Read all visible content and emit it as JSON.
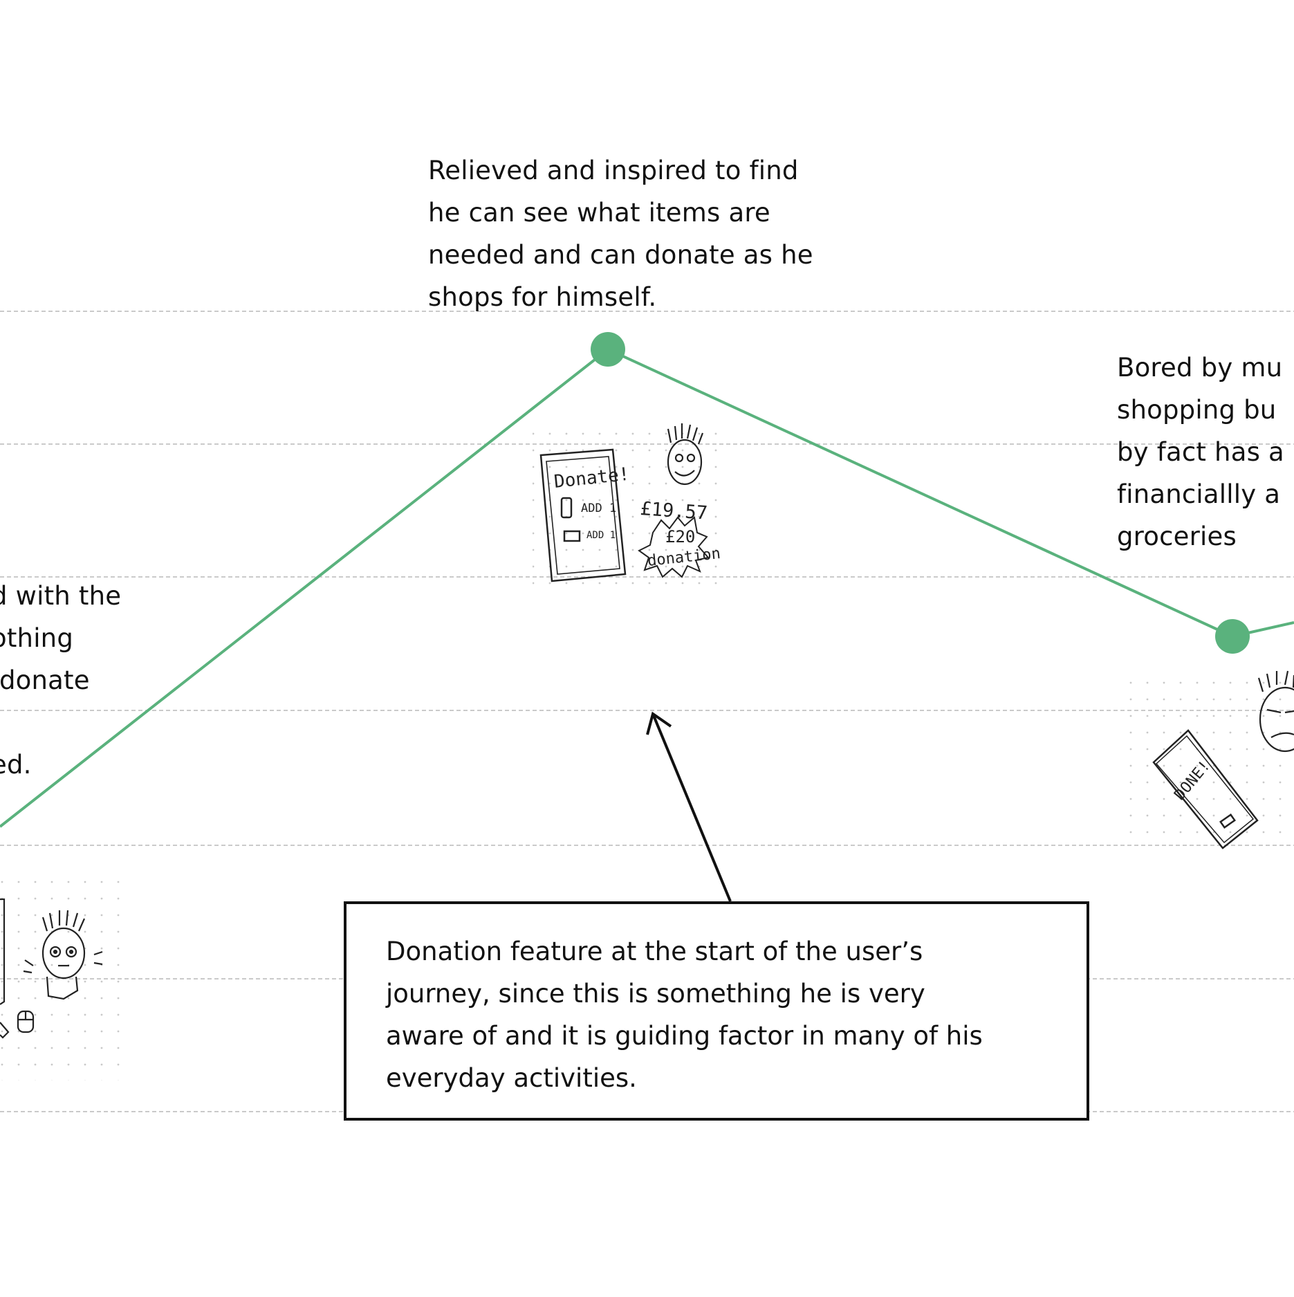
{
  "colors": {
    "journey_line": "#5ab27d",
    "guide_line": "#b9b9b9",
    "text": "#111111"
  },
  "emotion_notes": {
    "relieved": "Relieved and inspired to find\nhe can see what items are\nneeded and can donate as he\nshops for himself.",
    "bored": "Bored by mu\nshopping bu\nby fact has a\nfinanciallly a\ngroceries",
    "left": "d with the\nothing\n donate\n\ned."
  },
  "callout": {
    "text": "Donation feature at the start of the user’s\njourney, since this is something he is very\naware of and it is guiding factor in many of his\neveryday activities."
  },
  "sketches": {
    "donate_screen_title": "Donate!",
    "add_item_1": "ADD 1",
    "add_item_2": "ADD 1",
    "price": "£19.57",
    "rounded_total": "£20",
    "donation_label": "donation",
    "done_screen": "DONE!"
  },
  "icons": [
    "phone-sketch",
    "smiling-face-sketch",
    "worried-face-sketch",
    "frowning-face-sketch",
    "arrow-icon"
  ]
}
